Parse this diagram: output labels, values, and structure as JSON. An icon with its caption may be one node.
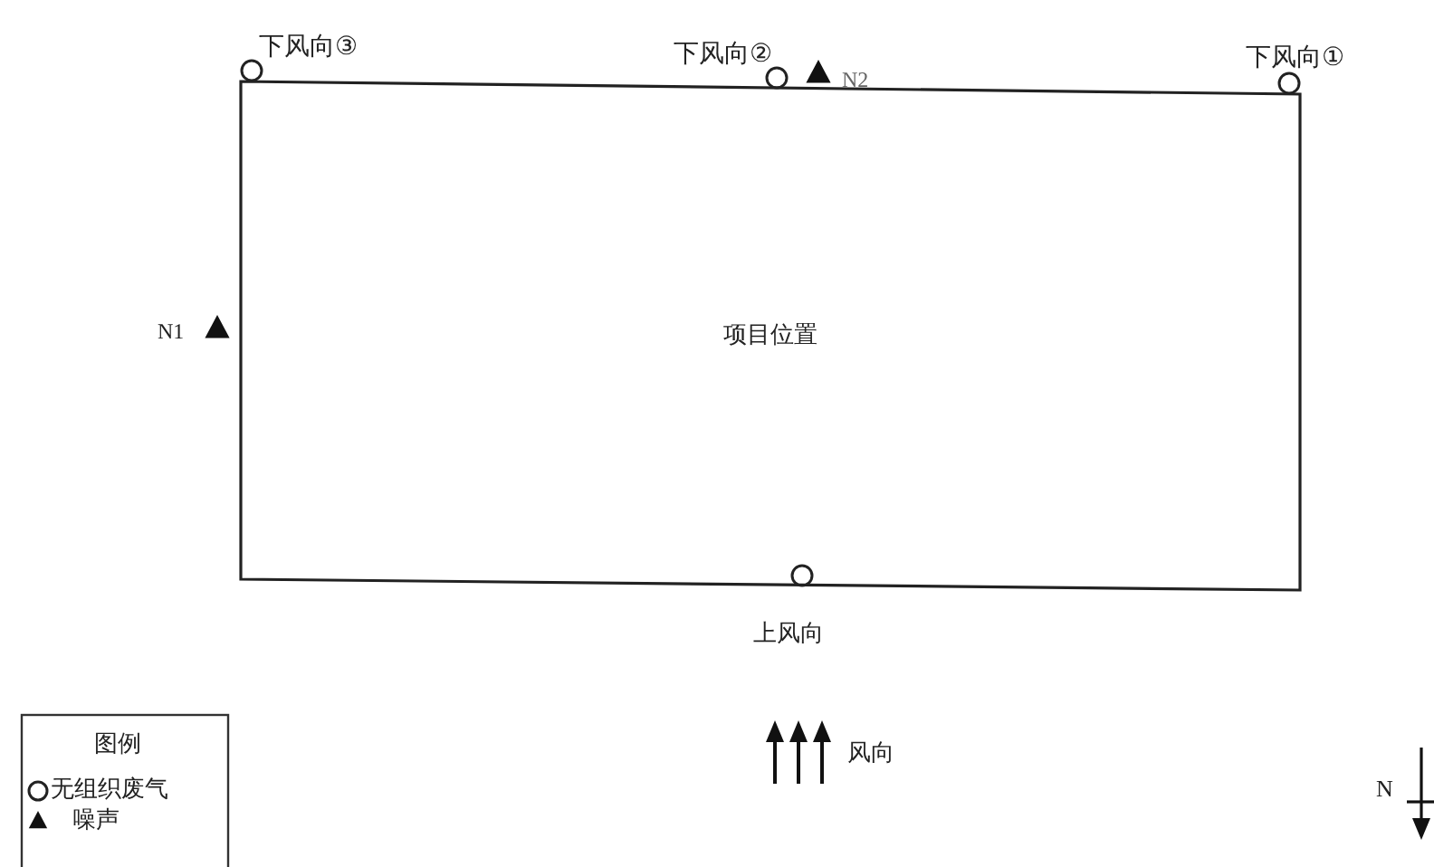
{
  "diagram": {
    "nodes": [
      {
        "text": [
          "项目位置"
        ]
      }
    ],
    "labels": [
      "下风向③",
      "下风向②",
      "N2",
      "下风向①",
      "N1",
      "上风向",
      "图例",
      "风向",
      "N"
    ],
    "legend": [
      {
        "text": "无组织废气"
      },
      {
        "text": "噪声"
      }
    ]
  }
}
